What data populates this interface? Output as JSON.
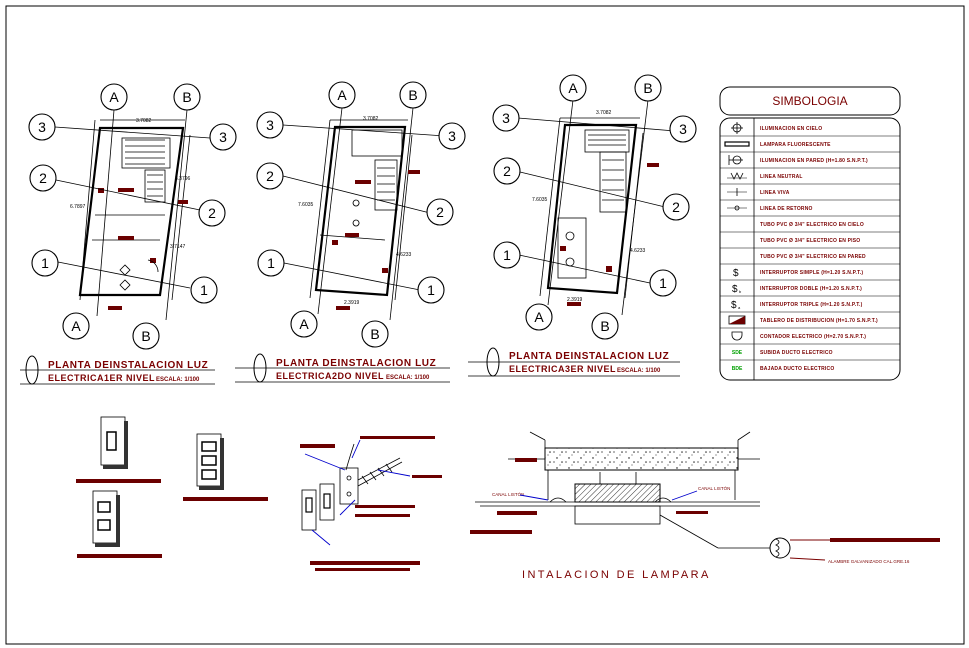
{
  "grid_labels": {
    "A": "A",
    "B": "B",
    "one": "1",
    "two": "2",
    "three": "3"
  },
  "plans": [
    {
      "title_line1": "PLANTA DEINSTALACION LUZ",
      "title_line2": "ELECTRICA1ER NIVEL",
      "scale": "ESCALA: 1/100",
      "dim_top": "3.7082",
      "dim_left": "6.7897",
      "dim_right_top": "3.3796",
      "dim_right_bottom": "3.7147"
    },
    {
      "title_line1": "PLANTA DEINSTALACION LUZ",
      "title_line2": "ELECTRICA2DO NIVEL",
      "scale": "ESCALA: 1/100",
      "dim_top": "3.7082",
      "dim_left": "7.6035",
      "dim_right": "4.6233",
      "dim_bottom": "2.3919"
    },
    {
      "title_line1": "PLANTA DEINSTALACION LUZ",
      "title_line2": "ELECTRICA3ER NIVEL",
      "scale": "ESCALA: 1/100",
      "dim_top": "3.7082",
      "dim_left": "7.6035",
      "dim_right": "4.6233",
      "dim_bottom": "2.3919"
    }
  ],
  "legend": {
    "title": "SIMBOLOGIA",
    "items": [
      {
        "icon": "ceiling-light-icon",
        "label": "ILUMINACION EN CIELO"
      },
      {
        "icon": "fluorescent-lamp-icon",
        "label": "LAMPARA FLUORESCENTE"
      },
      {
        "icon": "wall-light-icon",
        "label": "ILUMINACION EN PARED (H=1.80 S.N.P.T.)"
      },
      {
        "icon": "neutral-line-icon",
        "label": "LINEA NEUTRAL"
      },
      {
        "icon": "live-line-icon",
        "label": "LINEA VIVA"
      },
      {
        "icon": "return-line-icon",
        "label": "LINEA DE RETORNO"
      },
      {
        "icon": "ceiling-conduit-icon",
        "label": "TUBO PVC Ø 3/4\" ELECTRICO EN CIELO"
      },
      {
        "icon": "floor-conduit-icon",
        "label": "TUBO PVC Ø 3/4\" ELECTRICO EN PISO"
      },
      {
        "icon": "wall-conduit-icon",
        "label": "TUBO PVC Ø 3/4\" ELECTRICO EN PARED"
      },
      {
        "icon": "single-switch-icon",
        "label": "INTERRUPTOR SIMPLE (H=1.20 S.N.P.T.)"
      },
      {
        "icon": "double-switch-icon",
        "label": "INTERRUPTOR DOBLE (H=1.20 S.N.P.T.)"
      },
      {
        "icon": "triple-switch-icon",
        "label": "INTERRUPTOR TRIPLE (H=1.20 S.N.P.T.)"
      },
      {
        "icon": "distribution-board-icon",
        "label": "TABLERO DE DISTRIBUCION (H=1.70 S.N.P.T.)"
      },
      {
        "icon": "meter-icon",
        "label": "CONTADOR ELECTRICO (H=2.70 S.N.P.T.)"
      },
      {
        "icon": "duct-up-icon",
        "label": "SUBIDA DUCTO ELECTRICO",
        "code": "SDE"
      },
      {
        "icon": "duct-down-icon",
        "label": "BAJADA DUCTO ELECTRICO",
        "code": "BDE"
      }
    ]
  },
  "lamp_detail": {
    "title": "INTALACION DE LAMPARA",
    "left_label": "CANAL LISTÓN",
    "right_label": "CANAL LISTÓN",
    "wire_label": "ALAMBRE GALVANIZADO CAL.GRE.16"
  },
  "colors": {
    "line": "#000000",
    "text_dark_red": "#7a0000",
    "bar_red": "#6b0000",
    "leader_blue": "#0000cc",
    "legend_green": "#00a000"
  }
}
